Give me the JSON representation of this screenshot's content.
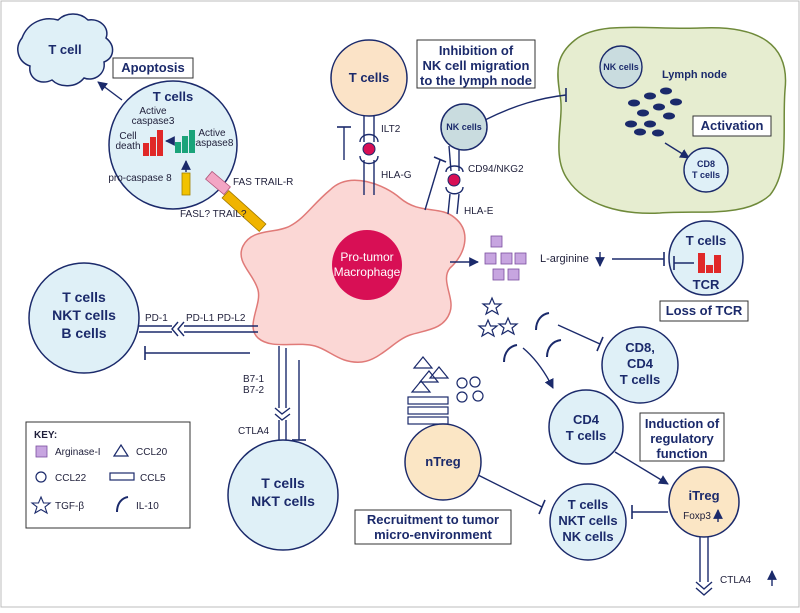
{
  "diagram": {
    "tcell_spiky": "T cell",
    "apoptosis": "Apoptosis",
    "tcells_top": "T cells",
    "active_casp3": [
      "Active",
      "caspase3"
    ],
    "active_casp8": [
      "Active",
      "caspase8"
    ],
    "cell_death": [
      "Cell",
      "death"
    ],
    "pro_casp8": "pro-caspase 8",
    "fas_trail_r": "FAS TRAIL-R",
    "fasl_trail": "FASL? TRAIL?",
    "tcells_ilt2": "T cells",
    "ilt2": "ILT2",
    "hla_g": "HLA-G",
    "inhibition_box": [
      "Inhibition of",
      "NK cell migration",
      "to the lymph node"
    ],
    "nk_cells": "NK cells",
    "cd94": "CD94/NKG2",
    "hla_e": "HLA-E",
    "lymph_node": "Lymph node",
    "ln_nk": "NK cells",
    "activation": "Activation",
    "cd8_tcells_ln": [
      "CD8",
      "T cells"
    ],
    "macrophage": [
      "Pro-tumor",
      "Macrophage"
    ],
    "l_arginine": "L-arginine",
    "tcells_tcr": "T cells",
    "tcr": "TCR",
    "loss_tcr": "Loss of TCR",
    "tnb_cells": [
      "T cells",
      "NKT cells",
      "B cells"
    ],
    "pd1": "PD-1",
    "pdl": "PD-L1 PD-L2",
    "b7": [
      "B7-1",
      "B7-2"
    ],
    "ctla4": "CTLA4",
    "cd8_cd4": [
      "CD8,",
      "CD4",
      "T cells"
    ],
    "cd4_tcells": [
      "CD4",
      "T cells"
    ],
    "induction_box": [
      "Induction of",
      "regulatory",
      "function"
    ],
    "key_title": "KEY:",
    "key_items": [
      "Arginase-I",
      "CCL20",
      "CCL22",
      "CCL5",
      "TGF-β",
      "IL-10"
    ],
    "tnkt_bottom": [
      "T cells",
      "NKT cells"
    ],
    "ntreg": "nTreg",
    "recruitment_box": [
      "Recruitment to tumor",
      "micro-environment"
    ],
    "tnk_bottom": [
      "T cells",
      "NKT cells",
      "NK cells"
    ],
    "itreg": "iTreg",
    "foxp3": "Foxp3",
    "ctla4_itreg": "CTLA4"
  },
  "colors": {
    "cell_fill": "#dff0f7",
    "cell_stroke": "#1b2a6b",
    "macrophage_fill": "#fbd7d5",
    "macrophage_stroke": "#e07a78",
    "nucleus": "#d80f55",
    "lymph_fill": "#e6edd0",
    "lymph_stroke": "#6f8a3a",
    "tcell_orange": "#fbe3c7",
    "nk_fill": "#c9dcdf",
    "arginase": "#c7a5e0",
    "bar_red": "#e02828",
    "bar_green": "#1aa37a",
    "bar_yellow": "#f2c200",
    "receptor_pink": "#f3a5c4",
    "receptor_orange": "#f0b400",
    "itreg_fill": "#fbe6c5"
  }
}
